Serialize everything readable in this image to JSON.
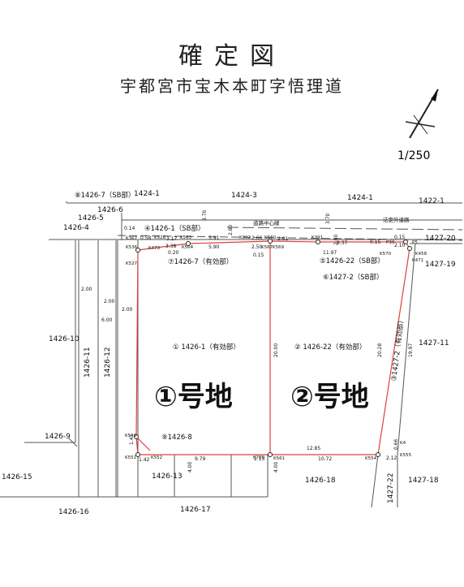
{
  "title": "確定図",
  "subtitle": "宇都宮市宝木本町字悟理道",
  "scale": "1/250",
  "lot_labels": {
    "lot1": "①号地",
    "lot2": "②号地"
  },
  "parcels": {
    "p1424_1_left": "1424-1",
    "p1424_3": "1424-3",
    "p1424_1_right": "1424-1",
    "p1422_1": "1422-1",
    "p1426_6": "1426-6",
    "p1426_5": "1426-5",
    "p1426_4": "1426-4",
    "p1426_10": "1426-10",
    "p1426_11": "1426-11",
    "p1426_12": "1426-12",
    "p1426_9": "1426-9",
    "p1426_15": "1426-15",
    "p1426_16": "1426-16",
    "p1426_13": "1426-13",
    "p1426_17": "1426-17",
    "p1426_18": "1426-18",
    "p1427_22": "1427-22",
    "p1427_18": "1427-18",
    "p1427_11": "1427-11",
    "p1427_20": "1427-20",
    "p1427_19": "1427-19"
  },
  "callouts": {
    "c8": "⑧1426-7（SB部）",
    "c4": "④1426-1（SB部）",
    "c7": "⑦1426-7（有効部）",
    "c5": "⑤1426-22（SB部）",
    "c6": "⑥1427-2（SB部）",
    "c9": "⑨1426-8",
    "c1": "① 1426-1（有効部）",
    "c2": "② 1426-22（有効部）",
    "c3": "③1427-2（有効部）"
  },
  "road_notes": {
    "center": "道路中心線",
    "outer": "法定外道路"
  },
  "points": {
    "k367": "K367",
    "k536": "K536",
    "k527": "K527",
    "k528": "K528",
    "k473": "K473",
    "k563": "K563",
    "k564": "K564",
    "k392": "K392",
    "k567": "K567",
    "k560": "K560",
    "k569": "K569",
    "k391": "K391",
    "k570": "K570",
    "p30": "P30",
    "p5": "P5",
    "k458": "K458",
    "k471": "K471",
    "k550": "K550",
    "k551": "K551",
    "k552": "K552",
    "k708": "K708",
    "k561": "K561",
    "k554": "K554",
    "k555": "K555",
    "k4": "K4"
  },
  "dims": {
    "d058": "0.58",
    "d014": "0.14",
    "d317": "3.17",
    "d338": "3.38",
    "d020": "0.20",
    "d591": "5.91",
    "d590": "5.90",
    "d266": "2.66",
    "d250": "2.50",
    "d261": "2.61",
    "d015a": "0.15",
    "d1197": "11.97",
    "d937": "9.37",
    "d015b": "0.15",
    "d210": "2.10",
    "d015c": "0.15",
    "d370a": "3.70",
    "d370b": "3.70",
    "d280": "2.80",
    "d260": "2.60",
    "d200a": "2.00",
    "d200b": "2.00",
    "d200c": "2.00",
    "d600": "6.00",
    "d2000": "20.00",
    "d2028": "20.28",
    "d1997": "19.97",
    "d1285": "12.85",
    "d979": "9.79",
    "d213": "2.13",
    "d1072": "10.72",
    "d212": "2.12",
    "d141": "1.41",
    "d142": "1.42",
    "d400a": "4.00",
    "d400b": "4.00",
    "d066": "0.66"
  }
}
